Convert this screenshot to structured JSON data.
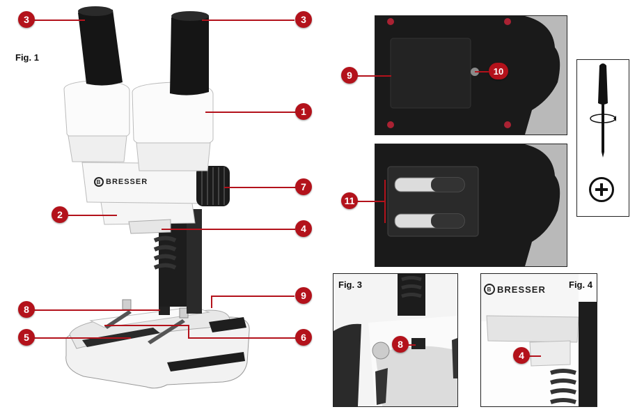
{
  "figures": {
    "fig1": "Fig. 1",
    "fig3": "Fig. 3",
    "fig4": "Fig. 4"
  },
  "brand": "BRESSER",
  "brand_logo_letter": "B",
  "callouts": {
    "c1": "1",
    "c2": "2",
    "c3a": "3",
    "c3b": "3",
    "c4": "4",
    "c5": "5",
    "c6": "6",
    "c7": "7",
    "c8": "8",
    "c9": "9",
    "top_panel_9": "9",
    "top_panel_10": "10",
    "battery_11": "11",
    "fig3_8": "8",
    "fig4_4": "4"
  },
  "colors": {
    "accent": "#b3121b",
    "panel_dark": "#1a1a1a"
  }
}
